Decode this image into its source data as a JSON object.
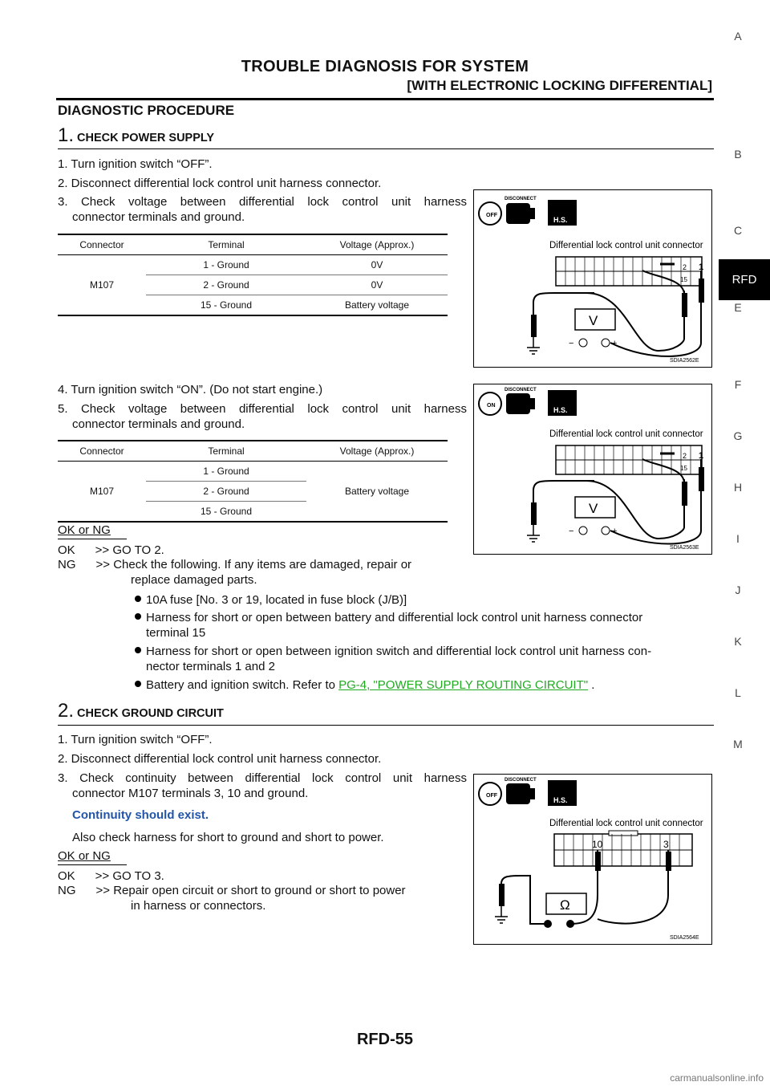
{
  "header": {
    "title": "TROUBLE DIAGNOSIS FOR SYSTEM",
    "subtitle": "[WITH ELECTRONIC LOCKING DIFFERENTIAL]"
  },
  "side_index": {
    "letters": [
      "A",
      "B",
      "C",
      "RFD",
      "E",
      "F",
      "G",
      "H",
      "I",
      "J",
      "K",
      "L",
      "M"
    ],
    "active": "RFD"
  },
  "section_heading": "DIAGNOSTIC PROCEDURE",
  "step1": {
    "number": "1.",
    "title": "CHECK POWER SUPPLY",
    "items": [
      "1. Turn ignition switch “OFF”.",
      "2. Disconnect differential lock control unit harness connector.",
      "3. Check voltage between differential lock control unit harness",
      "connector terminals and ground."
    ],
    "table1": {
      "headers": [
        "Connector",
        "Terminal",
        "Voltage (Approx.)"
      ],
      "connector": "M107",
      "rows": [
        {
          "terminal": "1 - Ground",
          "voltage": "0V"
        },
        {
          "terminal": "2 - Ground",
          "voltage": "0V"
        },
        {
          "terminal": "15 - Ground",
          "voltage": "Battery voltage"
        }
      ]
    },
    "items2": [
      "4. Turn ignition switch “ON”. (Do not start engine.)",
      "5. Check voltage between differential lock control unit harness",
      "connector terminals and ground."
    ],
    "table2": {
      "headers": [
        "Connector",
        "Terminal",
        "Voltage (Approx.)"
      ],
      "connector": "M107",
      "rows": [
        "1 - Ground",
        "2 - Ground",
        "15 - Ground"
      ],
      "voltage": "Battery voltage"
    },
    "okng_label": "OK or NG",
    "ok_line": "OK      >> GO TO 2.",
    "ng_line1": "NG      >> Check the following. If any items are damaged, repair or",
    "ng_line2": "replace damaged parts.",
    "bullets": [
      "10A fuse [No. 3 or 19, located in fuse block (J/B)]",
      "Harness for short or open between battery and differential lock control unit harness connector",
      "terminal 15",
      "Harness for short or open between ignition switch and differential lock control unit harness con-",
      "nector terminals 1 and 2",
      "Battery and ignition switch. Refer to "
    ],
    "link_text": "PG-4, \"POWER SUPPLY ROUTING CIRCUIT\"",
    "link_suffix": " ."
  },
  "step2": {
    "number": "2.",
    "title": "CHECK GROUND CIRCUIT",
    "items": [
      "1. Turn ignition switch “OFF”.",
      "2. Disconnect differential lock control unit harness connector.",
      "3. Check continuity between differential lock control unit harness",
      "connector M107 terminals 3, 10 and ground."
    ],
    "spec": "Continuity should exist.",
    "also": "Also check harness for short to ground and short to power.",
    "okng_label": "OK or NG",
    "ok_line": "OK      >> GO TO 3.",
    "ng_line1": "NG      >> Repair open circuit or short to ground or short to power",
    "ng_line2": "in harness or connectors."
  },
  "figures": {
    "fig1": {
      "disconnect": "DISCONNECT",
      "hs": "H.S.",
      "key": "OFF",
      "caption": "Differential lock control unit connector",
      "pins": [
        "2",
        "1",
        "15"
      ],
      "meter": "V",
      "minus": "−",
      "plus": "+",
      "code": "SDIA2562E"
    },
    "fig2": {
      "disconnect": "DISCONNECT",
      "hs": "H.S.",
      "key": "ON",
      "caption": "Differential lock control unit connector",
      "pins": [
        "2",
        "1",
        "15"
      ],
      "meter": "V",
      "minus": "−",
      "plus": "+",
      "code": "SDIA2563E"
    },
    "fig3": {
      "disconnect": "DISCONNECT",
      "hs": "H.S.",
      "key": "OFF",
      "caption": "Differential lock control unit connector",
      "pins": [
        "10",
        "3"
      ],
      "meter": "Ω",
      "code": "SDIA2564E"
    }
  },
  "footer": {
    "page": "RFD-55"
  },
  "watermark": "carmanualsonline.info"
}
